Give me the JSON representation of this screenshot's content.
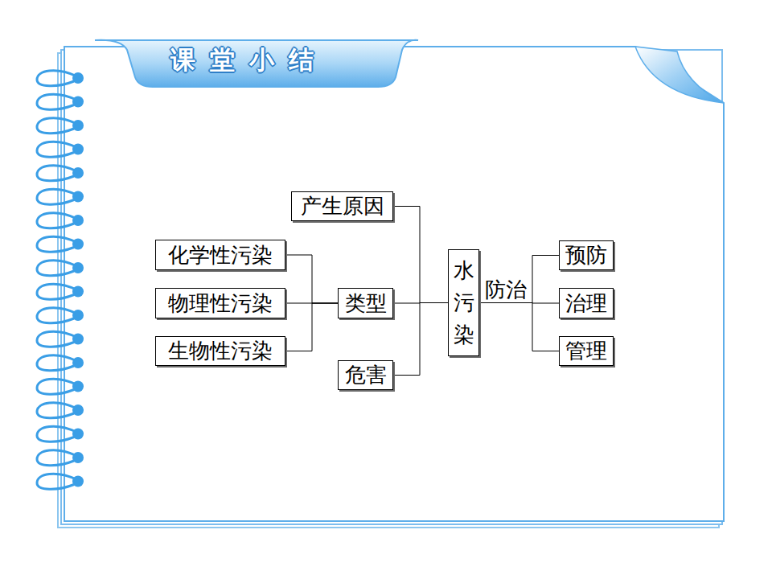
{
  "diagram": {
    "title": "课堂小结",
    "nodes": [
      {
        "text": [
          "产生原因"
        ]
      },
      {
        "text": [
          "化学性污染"
        ]
      },
      {
        "text": [
          "物理性污染"
        ]
      },
      {
        "text": [
          "生物性污染"
        ]
      },
      {
        "text": [
          "类型"
        ]
      },
      {
        "text": [
          "危害"
        ]
      },
      {
        "text": [
          "水污染"
        ]
      },
      {
        "text": [
          "预防"
        ]
      },
      {
        "text": [
          "治理"
        ]
      },
      {
        "text": [
          "管理"
        ]
      }
    ],
    "edges": [
      {
        "from": 6,
        "to": 0,
        "arrow": "none"
      },
      {
        "from": 6,
        "to": 4,
        "arrow": "none"
      },
      {
        "from": 6,
        "to": 5,
        "arrow": "none"
      },
      {
        "from": 4,
        "to": 1,
        "arrow": "none"
      },
      {
        "from": 4,
        "to": 2,
        "arrow": "none"
      },
      {
        "from": 4,
        "to": 3,
        "arrow": "none"
      },
      {
        "from": 6,
        "to": 7,
        "arrow": "none"
      },
      {
        "from": 6,
        "to": 8,
        "label": "防治",
        "arrow": "none"
      },
      {
        "from": 6,
        "to": 9,
        "arrow": "none"
      }
    ]
  }
}
